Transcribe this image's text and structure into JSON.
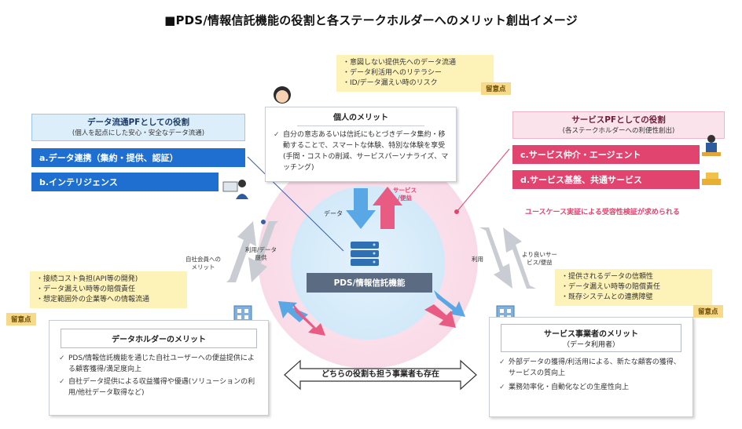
{
  "title": "■PDS/情報信託機能の役割と各ステークホルダーへのメリット創出イメージ",
  "individual": {
    "risks": [
      "意図しない提供先へのデータ流通",
      "データ利活用へのリテラシー",
      "ID/データ漏えい時のリスク"
    ],
    "caution": "留意点",
    "heading": "個人のメリット",
    "benefit": "自分の意志あるいは信託にもとづきデータ集約・移動することで、スマートな体験、特別な体験を享受(手間・コストの削減、サービスパーソナライズ、マッチング)"
  },
  "data_pf": {
    "title": "データ流通PFとしての役割",
    "subtitle": "(個人を起点にした安心・安全なデータ流通)",
    "bars": [
      "a.データ連携（集約・提供、認証）",
      "b.インテリジェンス"
    ]
  },
  "service_pf": {
    "title": "サービスPFとしての役割",
    "subtitle": "(各ステークホルダーへの利便性創出)",
    "bars": [
      "c.サービス仲介・エージェント",
      "d.サービス基盤、共通サービス"
    ],
    "note": "ユースケース実証による受容性検証が求められる"
  },
  "center": {
    "label": "PDS/情報信託機能",
    "arrow_data": "データ",
    "arrow_service": "サービス\n/便益"
  },
  "flows": {
    "left_outer": "自社会員への\nメリット",
    "left_inner": "利用/データ\n提供",
    "right_inner": "利用",
    "right_outer": "より良いサー\nビス/便益"
  },
  "holder": {
    "risks": [
      "接続コスト負担(API等の開発)",
      "データ漏えい時等の賠償責任",
      "想定範囲外の企業等への情報流通"
    ],
    "caution": "留意点",
    "heading": "データホルダーのメリット",
    "items": [
      "PDS/情報信託機能を通じた自社ユーザーへの便益提供による顧客獲得/満足度向上",
      "自社データ提供による収益獲得や優遇(ソリューションの利用/他社データ取得など)"
    ]
  },
  "provider": {
    "risks": [
      "提供されるデータの信頼性",
      "データ漏えい時等の賠償責任",
      "既存システムとの連携障壁"
    ],
    "caution": "留意点",
    "heading": "サービス事業者のメリット",
    "subheading": "（データ利用者）",
    "items": [
      "外部データの獲得/利活用による、新たな顧客の獲得、サービスの質向上",
      "業務効率化・自動化などの生産性向上"
    ]
  },
  "both_roles": "どちらの役割も担う事業者も存在"
}
